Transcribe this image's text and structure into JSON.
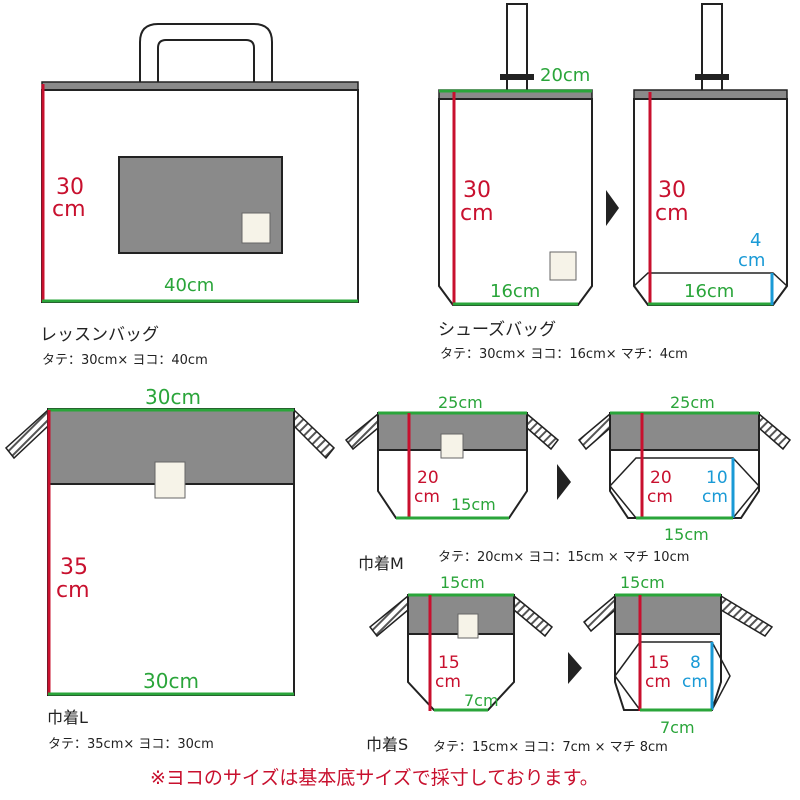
{
  "colors": {
    "red": "#c8102e",
    "green": "#2aa53a",
    "blue": "#1a9ad6",
    "gray": "#8a8a8a",
    "outline": "#222222",
    "footnote": "#c8102e"
  },
  "lesson_bag": {
    "height_num": "30",
    "height_unit": "cm",
    "width": "40cm",
    "name": "レッスンバッグ",
    "spec": "タテ：30cm× ヨコ：40cm"
  },
  "shoes_bag": {
    "top_width": "20cm",
    "height_num": "30",
    "height_unit": "cm",
    "width": "16cm",
    "width_b": "16cm",
    "height_num_b": "30",
    "height_unit_b": "cm",
    "gusset_num": "4",
    "gusset_unit": "cm",
    "name": "シューズバッグ",
    "spec": "タテ：30cm× ヨコ：16cm× マチ：4cm"
  },
  "kinchaku_l": {
    "top_width": "30cm",
    "height_num": "35",
    "height_unit": "cm",
    "width": "30cm",
    "name": "巾着L",
    "spec": "タテ：35cm× ヨコ：30cm"
  },
  "kinchaku_m": {
    "top_width": "25cm",
    "top_width_b": "25cm",
    "height_num": "20",
    "height_unit": "cm",
    "width": "15cm",
    "height_num_b": "20",
    "height_unit_b": "cm",
    "gusset_num": "10",
    "gusset_unit": "cm",
    "width_b": "15cm",
    "name": "巾着M",
    "spec": "タテ：20cm× ヨコ：15cm × マチ 10cm"
  },
  "kinchaku_s": {
    "top_width": "15cm",
    "top_width_b": "15cm",
    "height_num": "15",
    "height_unit": "cm",
    "width": "7cm",
    "height_num_b": "15",
    "height_unit_b": "cm",
    "gusset_num": "8",
    "gusset_unit": "cm",
    "width_b": "7cm",
    "name": "巾着S",
    "spec": "タテ：15cm× ヨコ：7cm × マチ 8cm"
  },
  "footnote": "※ヨコのサイズは基本底サイズで採寸しております。"
}
